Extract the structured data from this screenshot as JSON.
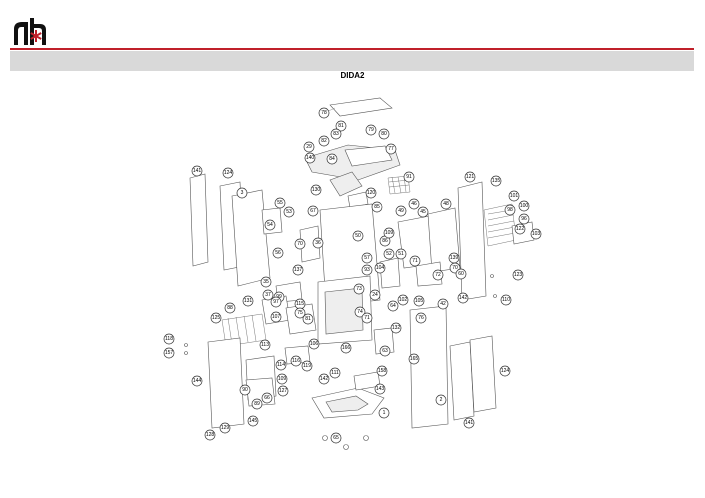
{
  "header": {
    "brand_color": "#c0202a",
    "logo_icon": "stove-brand-logo-icon",
    "title": "DIDA2"
  },
  "diagram": {
    "callouts": [
      "78",
      "81",
      "79",
      "83",
      "80",
      "82",
      "29",
      "77",
      "140",
      "84",
      "91",
      "130",
      "120",
      "141",
      "124",
      "121",
      "135",
      "101",
      "100",
      "98",
      "96",
      "122",
      "103",
      "3",
      "55",
      "53",
      "54",
      "67",
      "85",
      "49",
      "46",
      "48",
      "45",
      "70",
      "36",
      "50",
      "86",
      "109",
      "56",
      "57",
      "52",
      "51",
      "71",
      "139",
      "72",
      "70",
      "60",
      "123",
      "93",
      "73",
      "24",
      "104",
      "37",
      "35",
      "137",
      "99",
      "97",
      "115",
      "75",
      "102",
      "105",
      "42",
      "74",
      "64",
      "142",
      "110",
      "131",
      "88",
      "107",
      "125",
      "71",
      "81",
      "76",
      "132",
      "118",
      "157",
      "113",
      "106",
      "116",
      "119",
      "166",
      "63",
      "165",
      "114",
      "111",
      "158",
      "144",
      "109",
      "127",
      "142",
      "143",
      "124",
      "90",
      "89",
      "66",
      "145",
      "1",
      "2",
      "141",
      "128",
      "129",
      "65"
    ]
  }
}
